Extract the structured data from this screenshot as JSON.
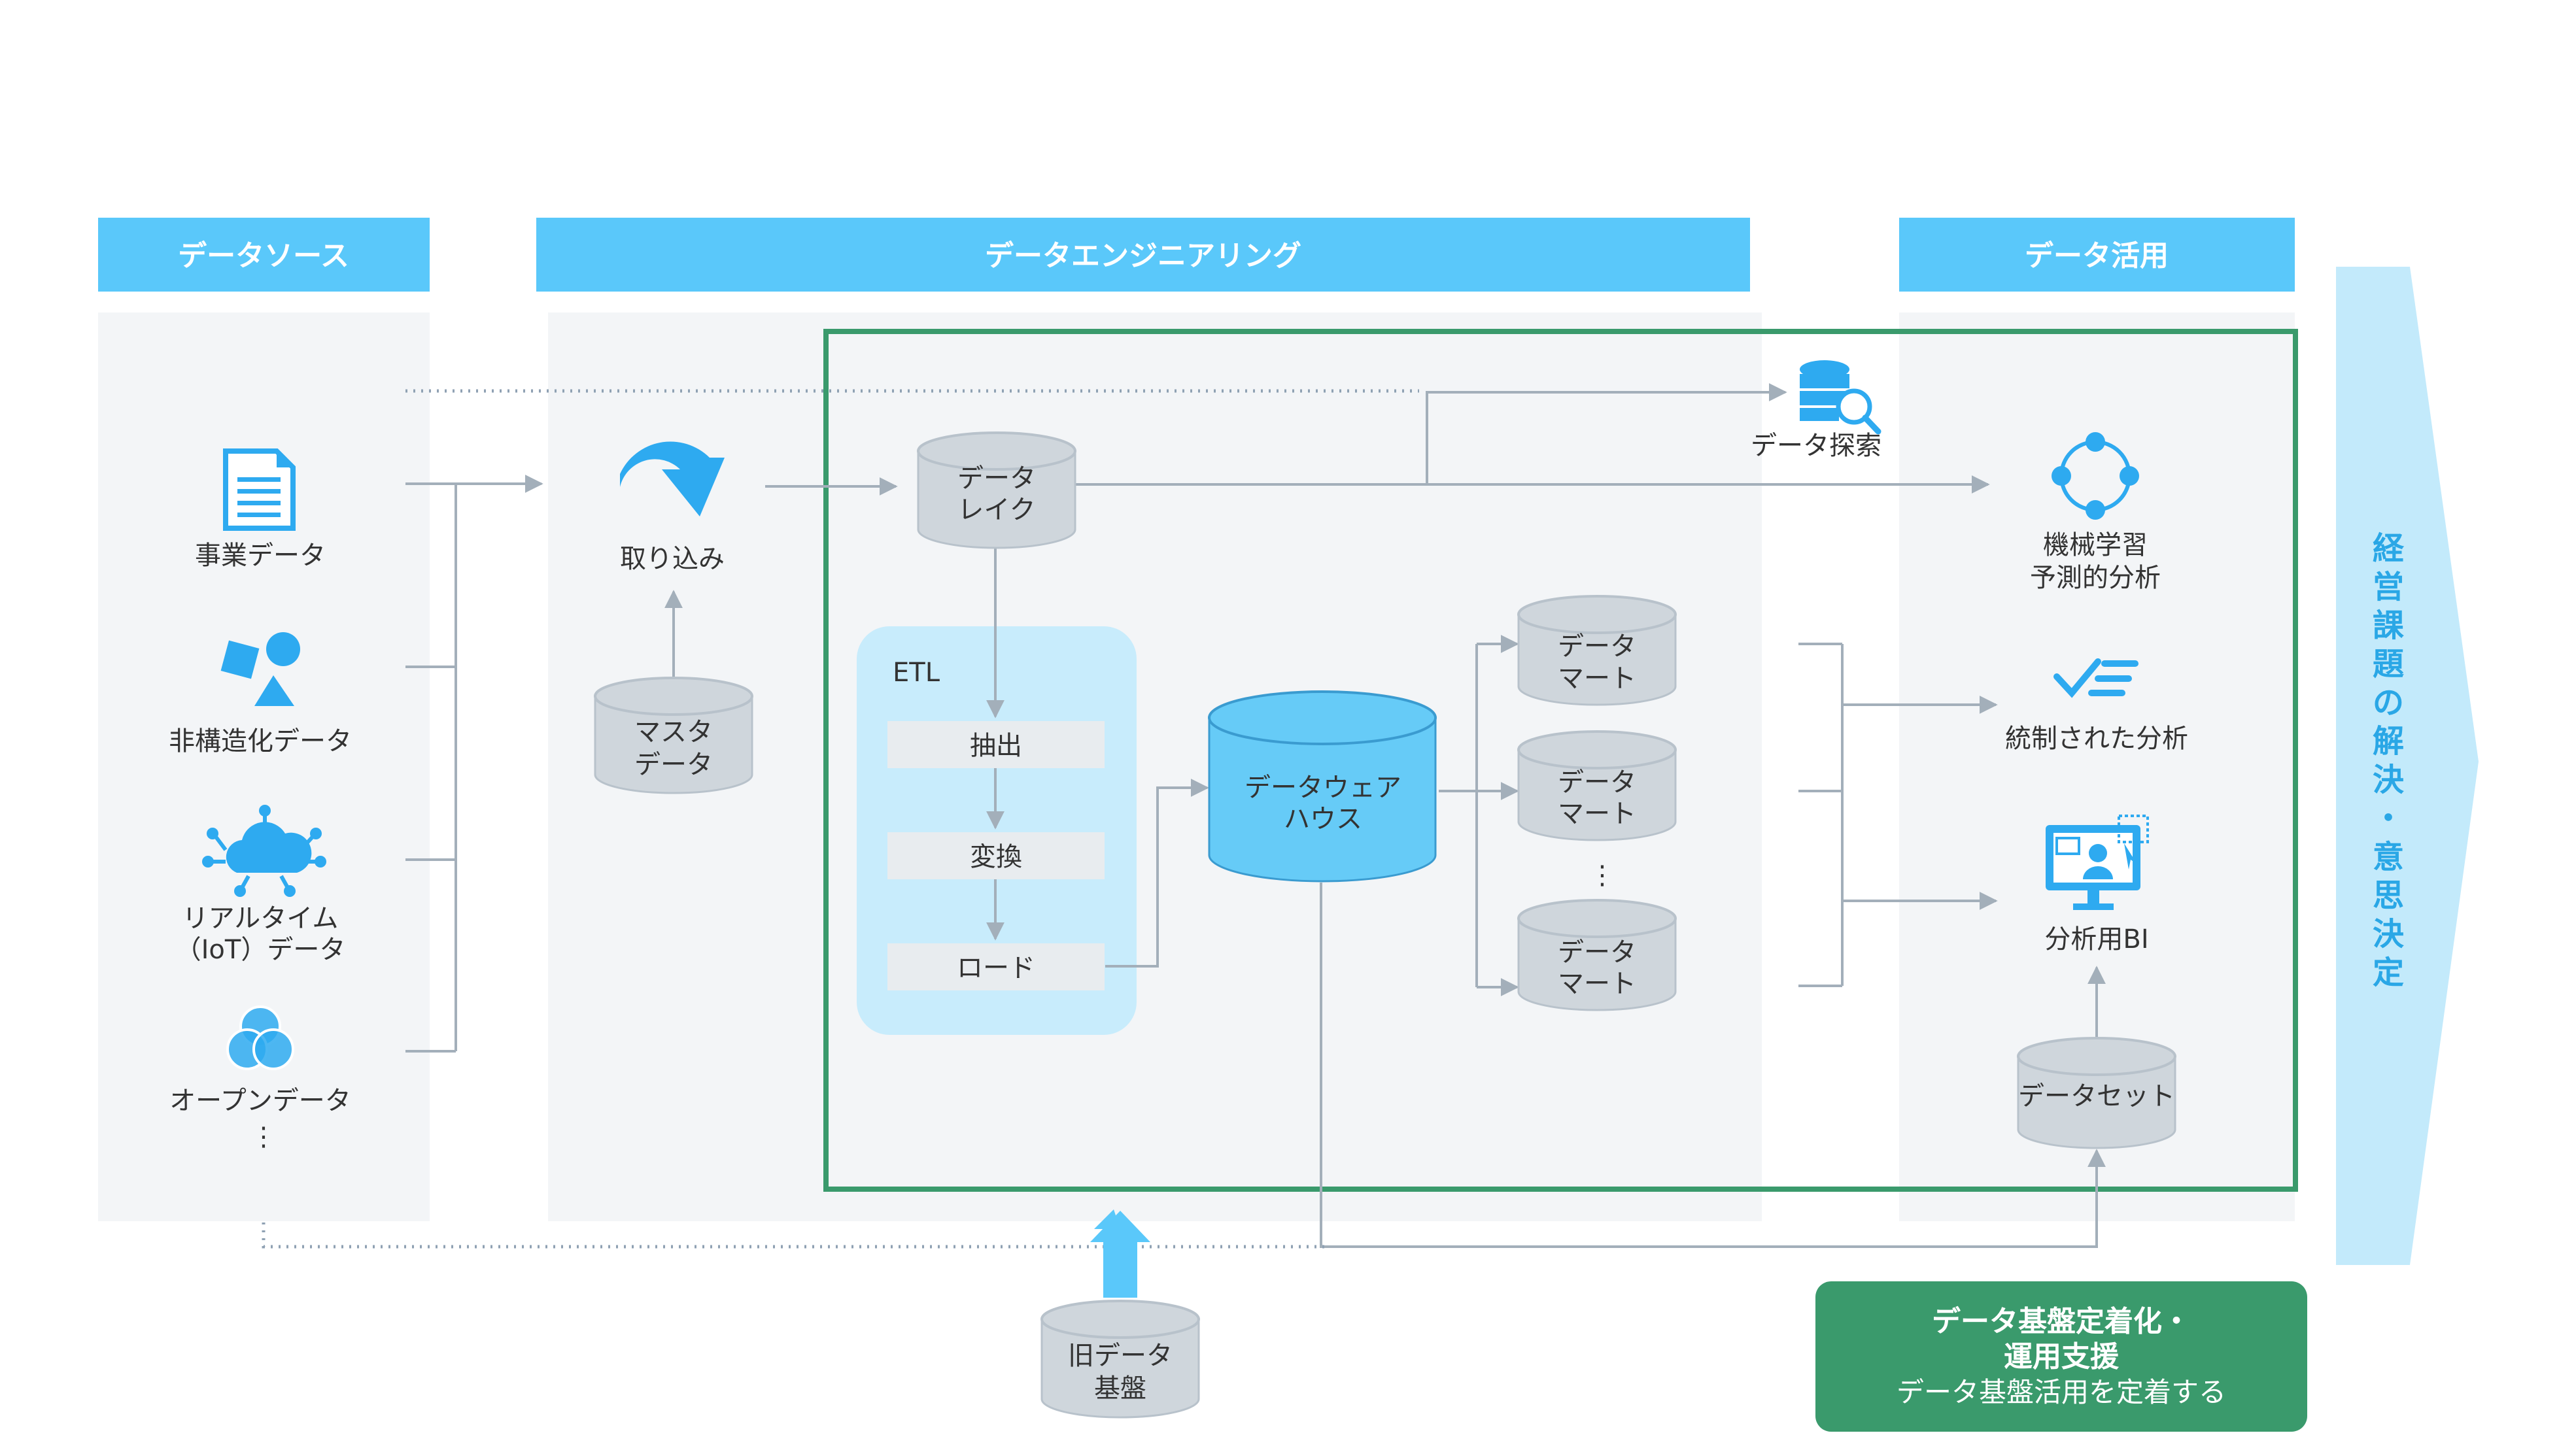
{
  "sections": {
    "data_source": "データソース",
    "engineering": "データエンジニアリング",
    "utilization": "データ活用"
  },
  "sources": {
    "business": "事業データ",
    "unstructured": "非構造化データ",
    "realtime_line1": "リアルタイム",
    "realtime_line2": "（IoT）データ",
    "open": "オープンデータ",
    "more": "⋮"
  },
  "engineering": {
    "ingest": "取り込み",
    "master_line1": "マスタ",
    "master_line2": "データ",
    "lake_line1": "データ",
    "lake_line2": "レイク",
    "etl_title": "ETL",
    "etl_steps": [
      "抽出",
      "変換",
      "ロード"
    ],
    "dwh_line1": "データウェア",
    "dwh_line2": "ハウス",
    "mart_line1": "データ",
    "mart_line2": "マート",
    "mart_more": "⋮",
    "legacy_line1": "旧データ",
    "legacy_line2": "基盤"
  },
  "utilization": {
    "explore": "データ探索",
    "ml_line1": "機械学習",
    "ml_line2": "予測的分析",
    "governed": "統制された分析",
    "bi": "分析用BI",
    "dataset": "データセット"
  },
  "outcome": {
    "vertical_text": "経営課題の解決・意思決定"
  },
  "support_box": {
    "line1": "データ基盤定着化・",
    "line2": "運用支援",
    "line3": "データ基盤活用を定着する"
  },
  "colors": {
    "header": "#5ac8fa",
    "panel": "#f3f5f7",
    "cylinder_gray": "#cfd6dc",
    "cylinder_blue": "#66cbf7",
    "etl_bg": "#c8ecfc",
    "green": "#3a9a6c",
    "connector": "#a3afba",
    "icon_blue": "#2eaaf0",
    "outcome_arrow": "#c3eafb",
    "outcome_text": "#2aa7e6"
  }
}
